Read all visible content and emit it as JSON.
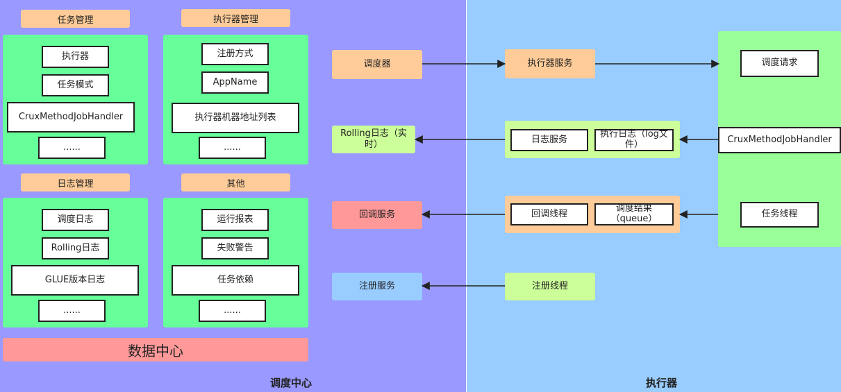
{
  "regions": {
    "scheduler_center": "调度中心",
    "executor": "执行器"
  },
  "task_mgmt": {
    "title": "任务管理",
    "items": [
      "执行器",
      "任务模式",
      "CruxMethodJobHandler",
      "......"
    ]
  },
  "executor_mgmt": {
    "title": "执行器管理",
    "items": [
      "注册方式",
      "AppName",
      "执行器机器地址列表",
      "......"
    ]
  },
  "log_mgmt": {
    "title": "日志管理",
    "items": [
      "调度日志",
      "Rolling日志",
      "GLUE版本日志",
      "......"
    ]
  },
  "other": {
    "title": "其他",
    "items": [
      "运行报表",
      "失败警告",
      "任务依赖",
      "......"
    ]
  },
  "data_center": "数据中心",
  "center_nodes": {
    "scheduler": "调度器",
    "rolling_log": "Rolling日志（实时）",
    "callback_service": "回调服务",
    "register_service": "注册服务"
  },
  "executor_nodes": {
    "executor_service": "执行器服务",
    "log_service": "日志服务",
    "exec_log_file": "执行日志（log文件）",
    "callback_thread": "回调线程",
    "schedule_result_queue": "调度结果（queue）",
    "register_thread": "注册线程"
  },
  "handler_column": {
    "schedule_request": "调度请求",
    "handler": "CruxMethodJobHandler",
    "task_thread": "任务线程"
  },
  "colors": {
    "left_bg": "#9999ff",
    "right_bg": "#99ccff",
    "panel": "#66ff99",
    "header": "#ffcc99",
    "data_center": "#ff9999"
  }
}
